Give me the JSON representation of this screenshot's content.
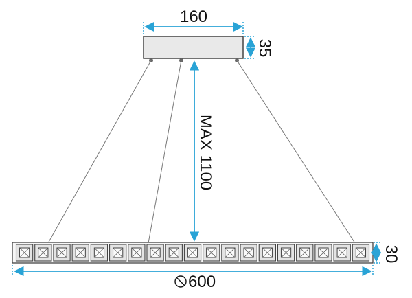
{
  "dimensions": {
    "canopy_width": "160",
    "canopy_height": "35",
    "max_drop": "MAX 1100",
    "ring_height": "30",
    "diameter_symbol": "⦸",
    "diameter_value": "600"
  },
  "colors": {
    "dimension": "#29a3d6",
    "outline": "#444444",
    "cable": "#777777",
    "canopy_fill": "#e9e9e9",
    "crystal": "#e4e4e4"
  },
  "ring": {
    "crystal_count": 19
  }
}
